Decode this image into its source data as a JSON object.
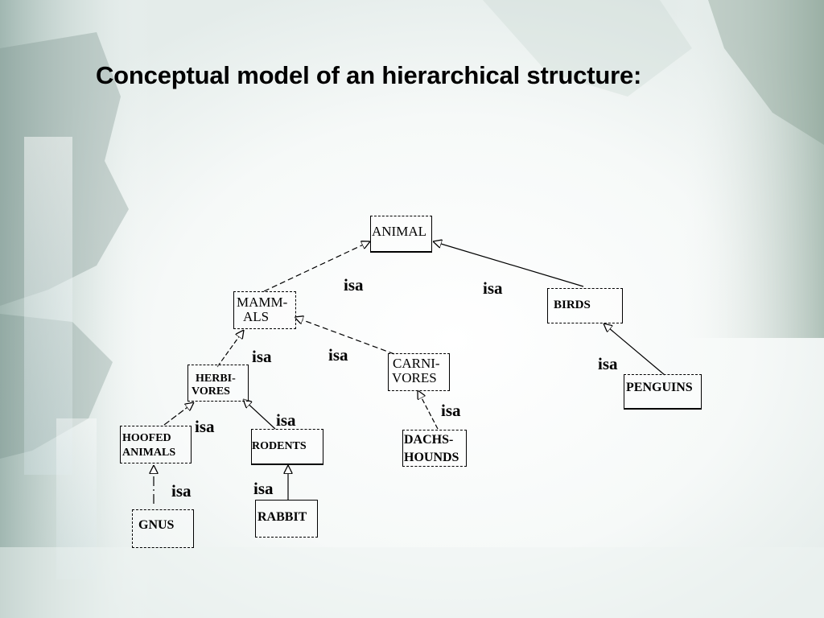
{
  "slide": {
    "title": "Conceptual model of an hierarchical structure:"
  },
  "diagram": {
    "nodes": {
      "animal": "ANIMAL",
      "mammals_1": "MAMM-",
      "mammals_2": "ALS",
      "birds": "BIRDS",
      "herbivores_1": "HERBI-",
      "herbivores_2": "VORES",
      "carnivores_1": "CARNI-",
      "carnivores_2": "VORES",
      "penguins": "PENGUINS",
      "hoofed_1": "HOOFED",
      "hoofed_2": "ANIMALS",
      "rodents": "RODENTS",
      "dachshounds_1": "DACHS-",
      "dachshounds_2": "HOUNDS",
      "gnus": "GNUS",
      "rabbit": "RABBIT"
    },
    "relation_label": "isa",
    "edges": [
      {
        "from": "MAMMALS",
        "to": "ANIMAL",
        "label": "isa"
      },
      {
        "from": "BIRDS",
        "to": "ANIMAL",
        "label": "isa"
      },
      {
        "from": "HERBIVORES",
        "to": "MAMMALS",
        "label": "isa"
      },
      {
        "from": "CARNIVORES",
        "to": "MAMMALS",
        "label": "isa"
      },
      {
        "from": "PENGUINS",
        "to": "BIRDS",
        "label": "isa"
      },
      {
        "from": "HOOFED ANIMALS",
        "to": "HERBIVORES",
        "label": "isa"
      },
      {
        "from": "RODENTS",
        "to": "HERBIVORES",
        "label": "isa"
      },
      {
        "from": "DACHSHOUNDS",
        "to": "CARNIVORES",
        "label": "isa"
      },
      {
        "from": "GNUS",
        "to": "HOOFED ANIMALS",
        "label": "isa"
      },
      {
        "from": "RABBIT",
        "to": "RODENTS",
        "label": "isa"
      }
    ]
  }
}
